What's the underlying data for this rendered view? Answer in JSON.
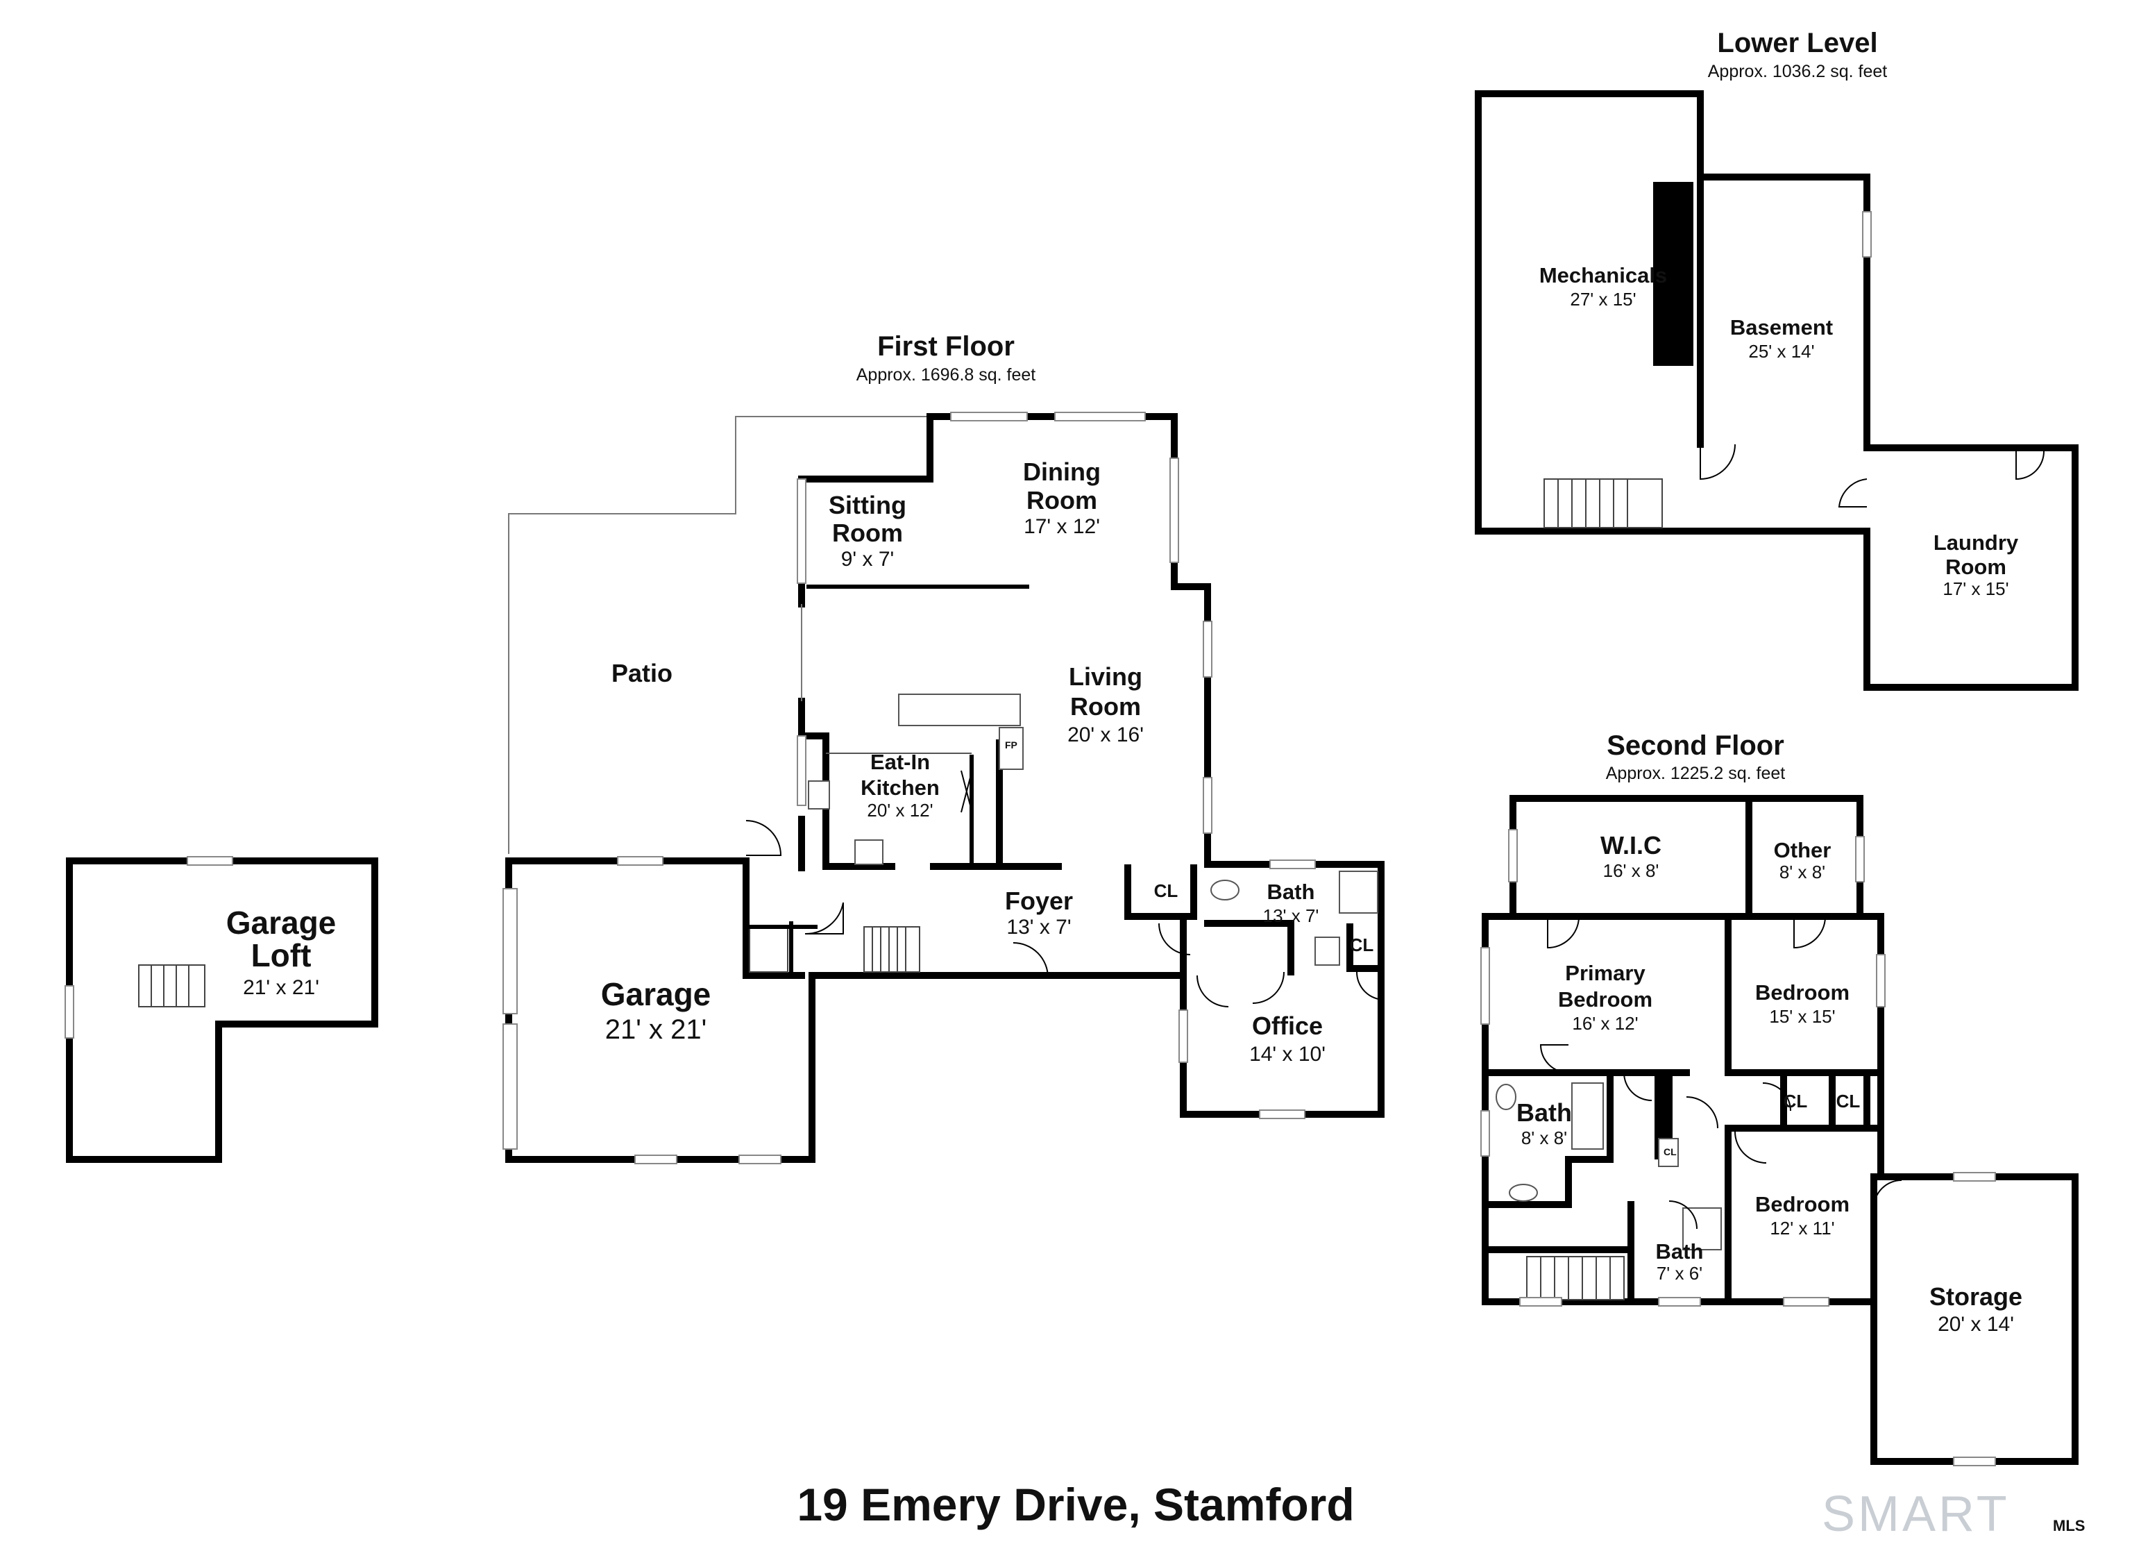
{
  "address": "19 Emery Drive, Stamford",
  "logo": {
    "text": "SMART",
    "suffix": "MLS",
    "color": "#c9ced4"
  },
  "levels": {
    "first_floor": {
      "title": "First Floor",
      "area": "Approx. 1696.8 sq. feet",
      "rooms": {
        "dining": {
          "name": [
            "Dining",
            "Room"
          ],
          "dim": "17' x 12'"
        },
        "sitting": {
          "name": [
            "Sitting",
            "Room"
          ],
          "dim": "9' x 7'"
        },
        "patio": {
          "name": "Patio"
        },
        "living": {
          "name": [
            "Living",
            "Room"
          ],
          "dim": "20' x 16'"
        },
        "kitchen": {
          "name": [
            "Eat-In",
            "Kitchen"
          ],
          "dim": "20' x 12'"
        },
        "foyer": {
          "name": "Foyer",
          "dim": "13' x 7'"
        },
        "bath": {
          "name": "Bath",
          "dim": "13' x 7'"
        },
        "closet_a": {
          "name": "CL"
        },
        "closet_b": {
          "name": "CL"
        },
        "office": {
          "name": "Office",
          "dim": "14' x 10'"
        },
        "garage": {
          "name": "Garage",
          "dim": "21' x 21'"
        },
        "fireplace": {
          "name": "FP"
        }
      }
    },
    "garage_loft": {
      "rooms": {
        "loft": {
          "name": [
            "Garage",
            "Loft"
          ],
          "dim": "21' x 21'"
        }
      }
    },
    "lower_level": {
      "title": "Lower Level",
      "area": "Approx. 1036.2 sq. feet",
      "rooms": {
        "mechanicals": {
          "name": "Mechanicals",
          "dim": "27' x 15'"
        },
        "basement": {
          "name": "Basement",
          "dim": "25' x 14'"
        },
        "laundry": {
          "name": [
            "Laundry",
            "Room"
          ],
          "dim": "17' x 15'"
        }
      }
    },
    "second_floor": {
      "title": "Second Floor",
      "area": "Approx. 1225.2 sq. feet",
      "rooms": {
        "wic": {
          "name": "W.I.C",
          "dim": "16' x 8'"
        },
        "other": {
          "name": "Other",
          "dim": "8' x 8'"
        },
        "primary": {
          "name": [
            "Primary",
            "Bedroom"
          ],
          "dim": "16' x 12'"
        },
        "bedroom_a": {
          "name": "Bedroom",
          "dim": "15' x 15'"
        },
        "bath_a": {
          "name": "Bath",
          "dim": "8' x 8'"
        },
        "closet_a": {
          "name": "CL"
        },
        "closet_b": {
          "name": "CL"
        },
        "closet_c": {
          "name": "CL"
        },
        "bedroom_b": {
          "name": "Bedroom",
          "dim": "12' x 11'"
        },
        "bath_b": {
          "name": "Bath",
          "dim": "7' x 6'"
        },
        "storage": {
          "name": "Storage",
          "dim": "20' x 14'"
        }
      }
    }
  }
}
